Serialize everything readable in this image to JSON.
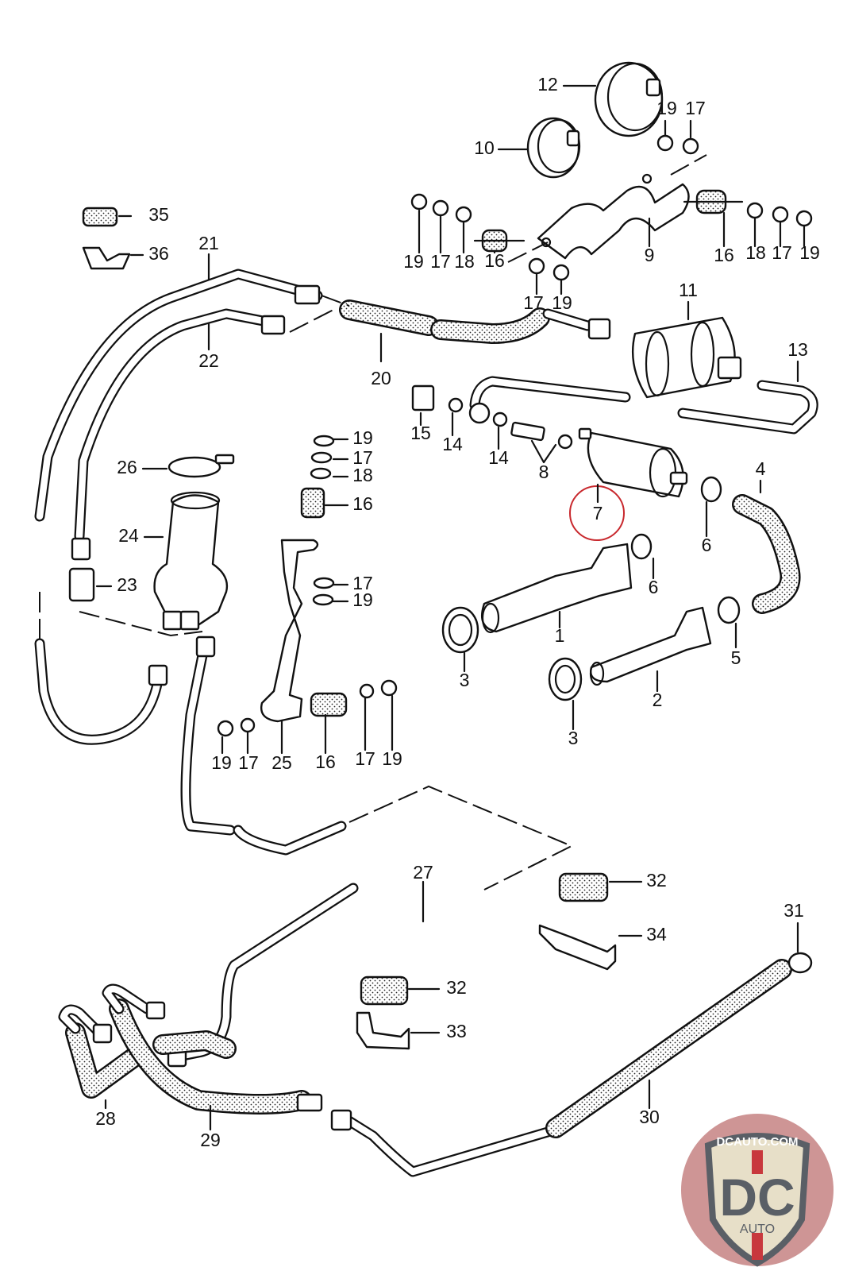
{
  "diagram": {
    "title": "Fuel pump / fuel line assembly exploded parts diagram",
    "highlighted_part": "7",
    "highlight_color": "#c8282d",
    "callouts": [
      {
        "id": "c1",
        "label": "1"
      },
      {
        "id": "c2",
        "label": "2"
      },
      {
        "id": "c3a",
        "label": "3"
      },
      {
        "id": "c3b",
        "label": "3"
      },
      {
        "id": "c4",
        "label": "4"
      },
      {
        "id": "c5",
        "label": "5"
      },
      {
        "id": "c6a",
        "label": "6"
      },
      {
        "id": "c6b",
        "label": "6"
      },
      {
        "id": "c7",
        "label": "7"
      },
      {
        "id": "c8",
        "label": "8"
      },
      {
        "id": "c9",
        "label": "9"
      },
      {
        "id": "c10",
        "label": "10"
      },
      {
        "id": "c11",
        "label": "11"
      },
      {
        "id": "c12",
        "label": "12"
      },
      {
        "id": "c13",
        "label": "13"
      },
      {
        "id": "c14a",
        "label": "14"
      },
      {
        "id": "c14b",
        "label": "14"
      },
      {
        "id": "c15",
        "label": "15"
      },
      {
        "id": "c16a",
        "label": "16"
      },
      {
        "id": "c16b",
        "label": "16"
      },
      {
        "id": "c16c",
        "label": "16"
      },
      {
        "id": "c16d",
        "label": "16"
      },
      {
        "id": "c17a",
        "label": "17"
      },
      {
        "id": "c17b",
        "label": "17"
      },
      {
        "id": "c17c",
        "label": "17"
      },
      {
        "id": "c17d",
        "label": "17"
      },
      {
        "id": "c17e",
        "label": "17"
      },
      {
        "id": "c17f",
        "label": "17"
      },
      {
        "id": "c17g",
        "label": "17"
      },
      {
        "id": "c17h",
        "label": "17"
      },
      {
        "id": "c18a",
        "label": "18"
      },
      {
        "id": "c18b",
        "label": "18"
      },
      {
        "id": "c18c",
        "label": "18"
      },
      {
        "id": "c19a",
        "label": "19"
      },
      {
        "id": "c19b",
        "label": "19"
      },
      {
        "id": "c19c",
        "label": "19"
      },
      {
        "id": "c19d",
        "label": "19"
      },
      {
        "id": "c19e",
        "label": "19"
      },
      {
        "id": "c19f",
        "label": "19"
      },
      {
        "id": "c19g",
        "label": "19"
      },
      {
        "id": "c19h",
        "label": "19"
      },
      {
        "id": "c20",
        "label": "20"
      },
      {
        "id": "c21",
        "label": "21"
      },
      {
        "id": "c22",
        "label": "22"
      },
      {
        "id": "c23",
        "label": "23"
      },
      {
        "id": "c24",
        "label": "24"
      },
      {
        "id": "c25",
        "label": "25"
      },
      {
        "id": "c26",
        "label": "26"
      },
      {
        "id": "c27",
        "label": "27"
      },
      {
        "id": "c28",
        "label": "28"
      },
      {
        "id": "c29",
        "label": "29"
      },
      {
        "id": "c30",
        "label": "30"
      },
      {
        "id": "c31",
        "label": "31"
      },
      {
        "id": "c32a",
        "label": "32"
      },
      {
        "id": "c32b",
        "label": "32"
      },
      {
        "id": "c33",
        "label": "33"
      },
      {
        "id": "c34",
        "label": "34"
      },
      {
        "id": "c35",
        "label": "35"
      },
      {
        "id": "c36",
        "label": "36"
      }
    ]
  },
  "watermark": {
    "top_text": "DCAUTO.COM",
    "monogram": "DC",
    "bottom_text": "AUTO",
    "colors": {
      "circle": "#c98a8a",
      "shield_fill": "#e7dfc8",
      "shield_border": "#5a5f66",
      "stripe": "#c8383d",
      "letters": "#5a5f66"
    }
  }
}
